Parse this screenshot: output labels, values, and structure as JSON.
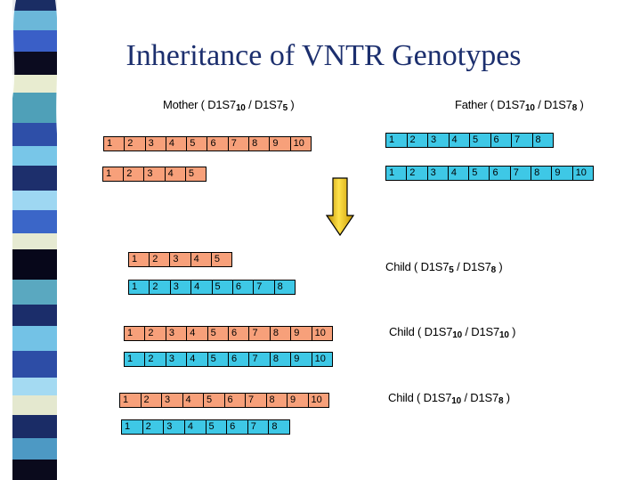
{
  "title": "Inheritance of VNTR Genotypes",
  "colors": {
    "maternal": "#f7a07a",
    "paternal": "#3ec8e6",
    "title": "#1c2f6e",
    "arrow": "#f3c01a"
  },
  "labels": {
    "mother": {
      "prefix": "Mother ( D1S7",
      "s1": "10",
      "mid": " / D1S7",
      "s2": "5",
      "suffix": " )"
    },
    "father": {
      "prefix": "Father ( D1S7",
      "s1": "10",
      "mid": " / D1S7",
      "s2": "8",
      "suffix": " )"
    },
    "child1": {
      "prefix": "Child ( D1S7",
      "s1": "5",
      "mid": " / D1S7",
      "s2": "8",
      "suffix": " )"
    },
    "child2": {
      "prefix": "Child ( D1S7",
      "s1": "10",
      "mid": " / D1S7",
      "s2": "10",
      "suffix": " )"
    },
    "child3": {
      "prefix": "Child ( D1S7",
      "s1": "10",
      "mid": " / D1S7",
      "s2": "8",
      "suffix": " )"
    }
  },
  "repeats": {
    "ten": [
      "1",
      "2",
      "3",
      "4",
      "5",
      "6",
      "7",
      "8",
      "9",
      "10"
    ],
    "eight": [
      "1",
      "2",
      "3",
      "4",
      "5",
      "6",
      "7",
      "8"
    ],
    "five": [
      "1",
      "2",
      "3",
      "4",
      "5"
    ]
  }
}
